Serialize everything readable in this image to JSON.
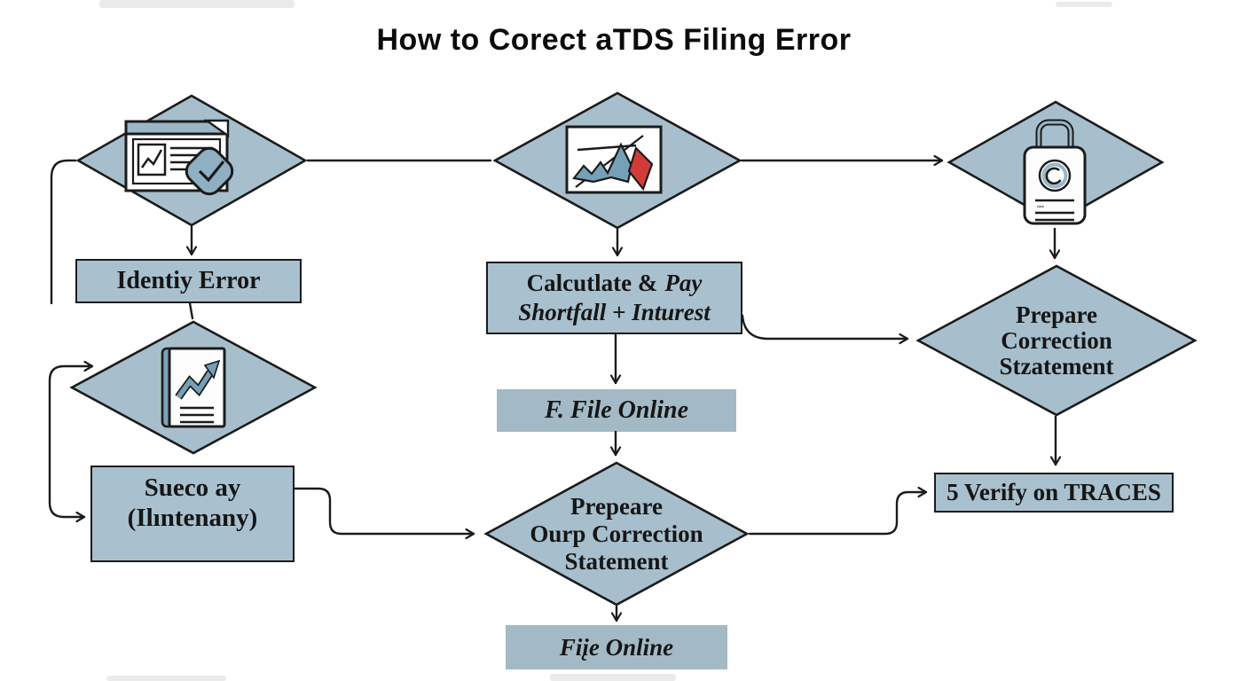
{
  "title": "How to Corect aTDS Filing Error",
  "colors": {
    "diamond_fill": "#a7bfcc",
    "box_fill": "#a9c1ce",
    "soft_box_fill": "#a3bac6",
    "outline": "#1b1b1b",
    "red_accent": "#d13c39",
    "icon_blue": "#76a0b8"
  },
  "nodes": {
    "identify_error": {
      "label": "Identiy Error"
    },
    "calculate_pay": {
      "line1a": "Calcutlate &",
      "line1b": "Pay",
      "line2": "Shortfall + Inturest"
    },
    "file_online_top": {
      "label": "F. File Online"
    },
    "success_pay": {
      "line1": "Sueco ay",
      "line2": "(Ilıntenany)"
    },
    "prepare_correction_right": {
      "line1": "Prepare",
      "line2": "Correction",
      "line3": "Stzatement"
    },
    "prepare_correction_center": {
      "line1": "Prepeare",
      "line2": "Ourp Correction",
      "line3": "Statement"
    },
    "verify_traces": {
      "label": "5 Verify on TRACES"
    },
    "file_online_bottom": {
      "label": "Fiįe Online"
    }
  },
  "icons": {
    "top_left": "document-check-icon",
    "top_center": "trend-chart-icon",
    "top_right": "badge-lock-icon",
    "mid_left": "report-book-icon"
  }
}
